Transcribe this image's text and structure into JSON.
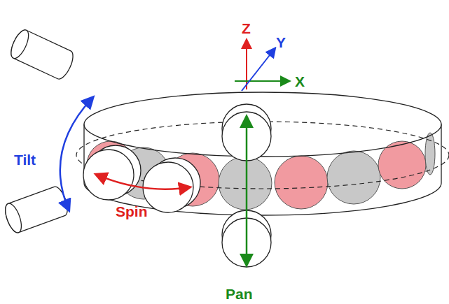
{
  "diagram": {
    "labels": [
      "Z",
      "Y",
      "X",
      "Tilt",
      "Spin",
      "Pan"
    ]
  }
}
